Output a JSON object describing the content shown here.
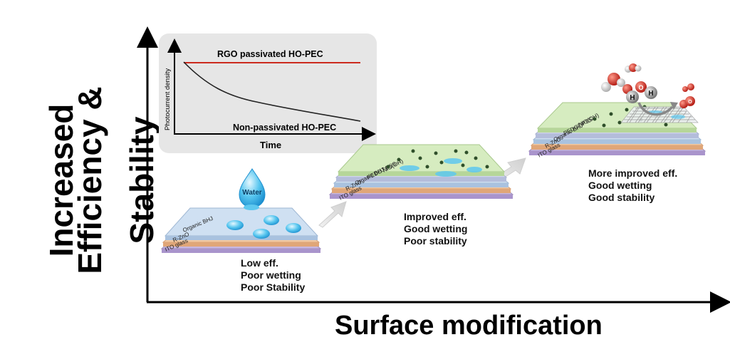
{
  "axes": {
    "y_label_line1": "Increased",
    "y_label_line2": "Efficiency &",
    "y_label_line3": "Stability",
    "x_label": "Surface modification"
  },
  "inset": {
    "title_top": "RGO passivated HO-PEC",
    "title_bottom": "Non-passivated HO-PEC",
    "y_label": "Photocurrent density",
    "x_label": "Time"
  },
  "stage1": {
    "layers": [
      "ITO glass",
      "R-ZnO",
      "Organic BHJ"
    ],
    "drop_label": "Water",
    "caption": [
      "Low eff.",
      "Poor wetting",
      "Poor Stability"
    ]
  },
  "stage2": {
    "layers": [
      "ITO glass",
      "R-ZnO",
      "Organic BHJ",
      "PEDOT:PSS",
      "NiO(OH)"
    ],
    "caption": [
      "Improved eff.",
      "Good wetting",
      "Poor stability"
    ]
  },
  "stage3": {
    "layers": [
      "ITO glass",
      "R-ZnO",
      "Organic BHJ",
      "PEDOT:PSS",
      "NiO(OH)"
    ],
    "atom_labels": [
      "H",
      "H",
      "O",
      "O"
    ],
    "caption": [
      "More improved eff.",
      "Good wetting",
      "Good stability"
    ]
  },
  "colors": {
    "ito": "#c9b8e0",
    "zno": "#f2c8a0",
    "bhj": "#cfe0f2",
    "pedot": "#d0d6ec",
    "nio": "#d6ecc0",
    "drop": "#3fb6e8",
    "red_curve": "#cc2a1e",
    "arrow": "#dcdcdc"
  }
}
